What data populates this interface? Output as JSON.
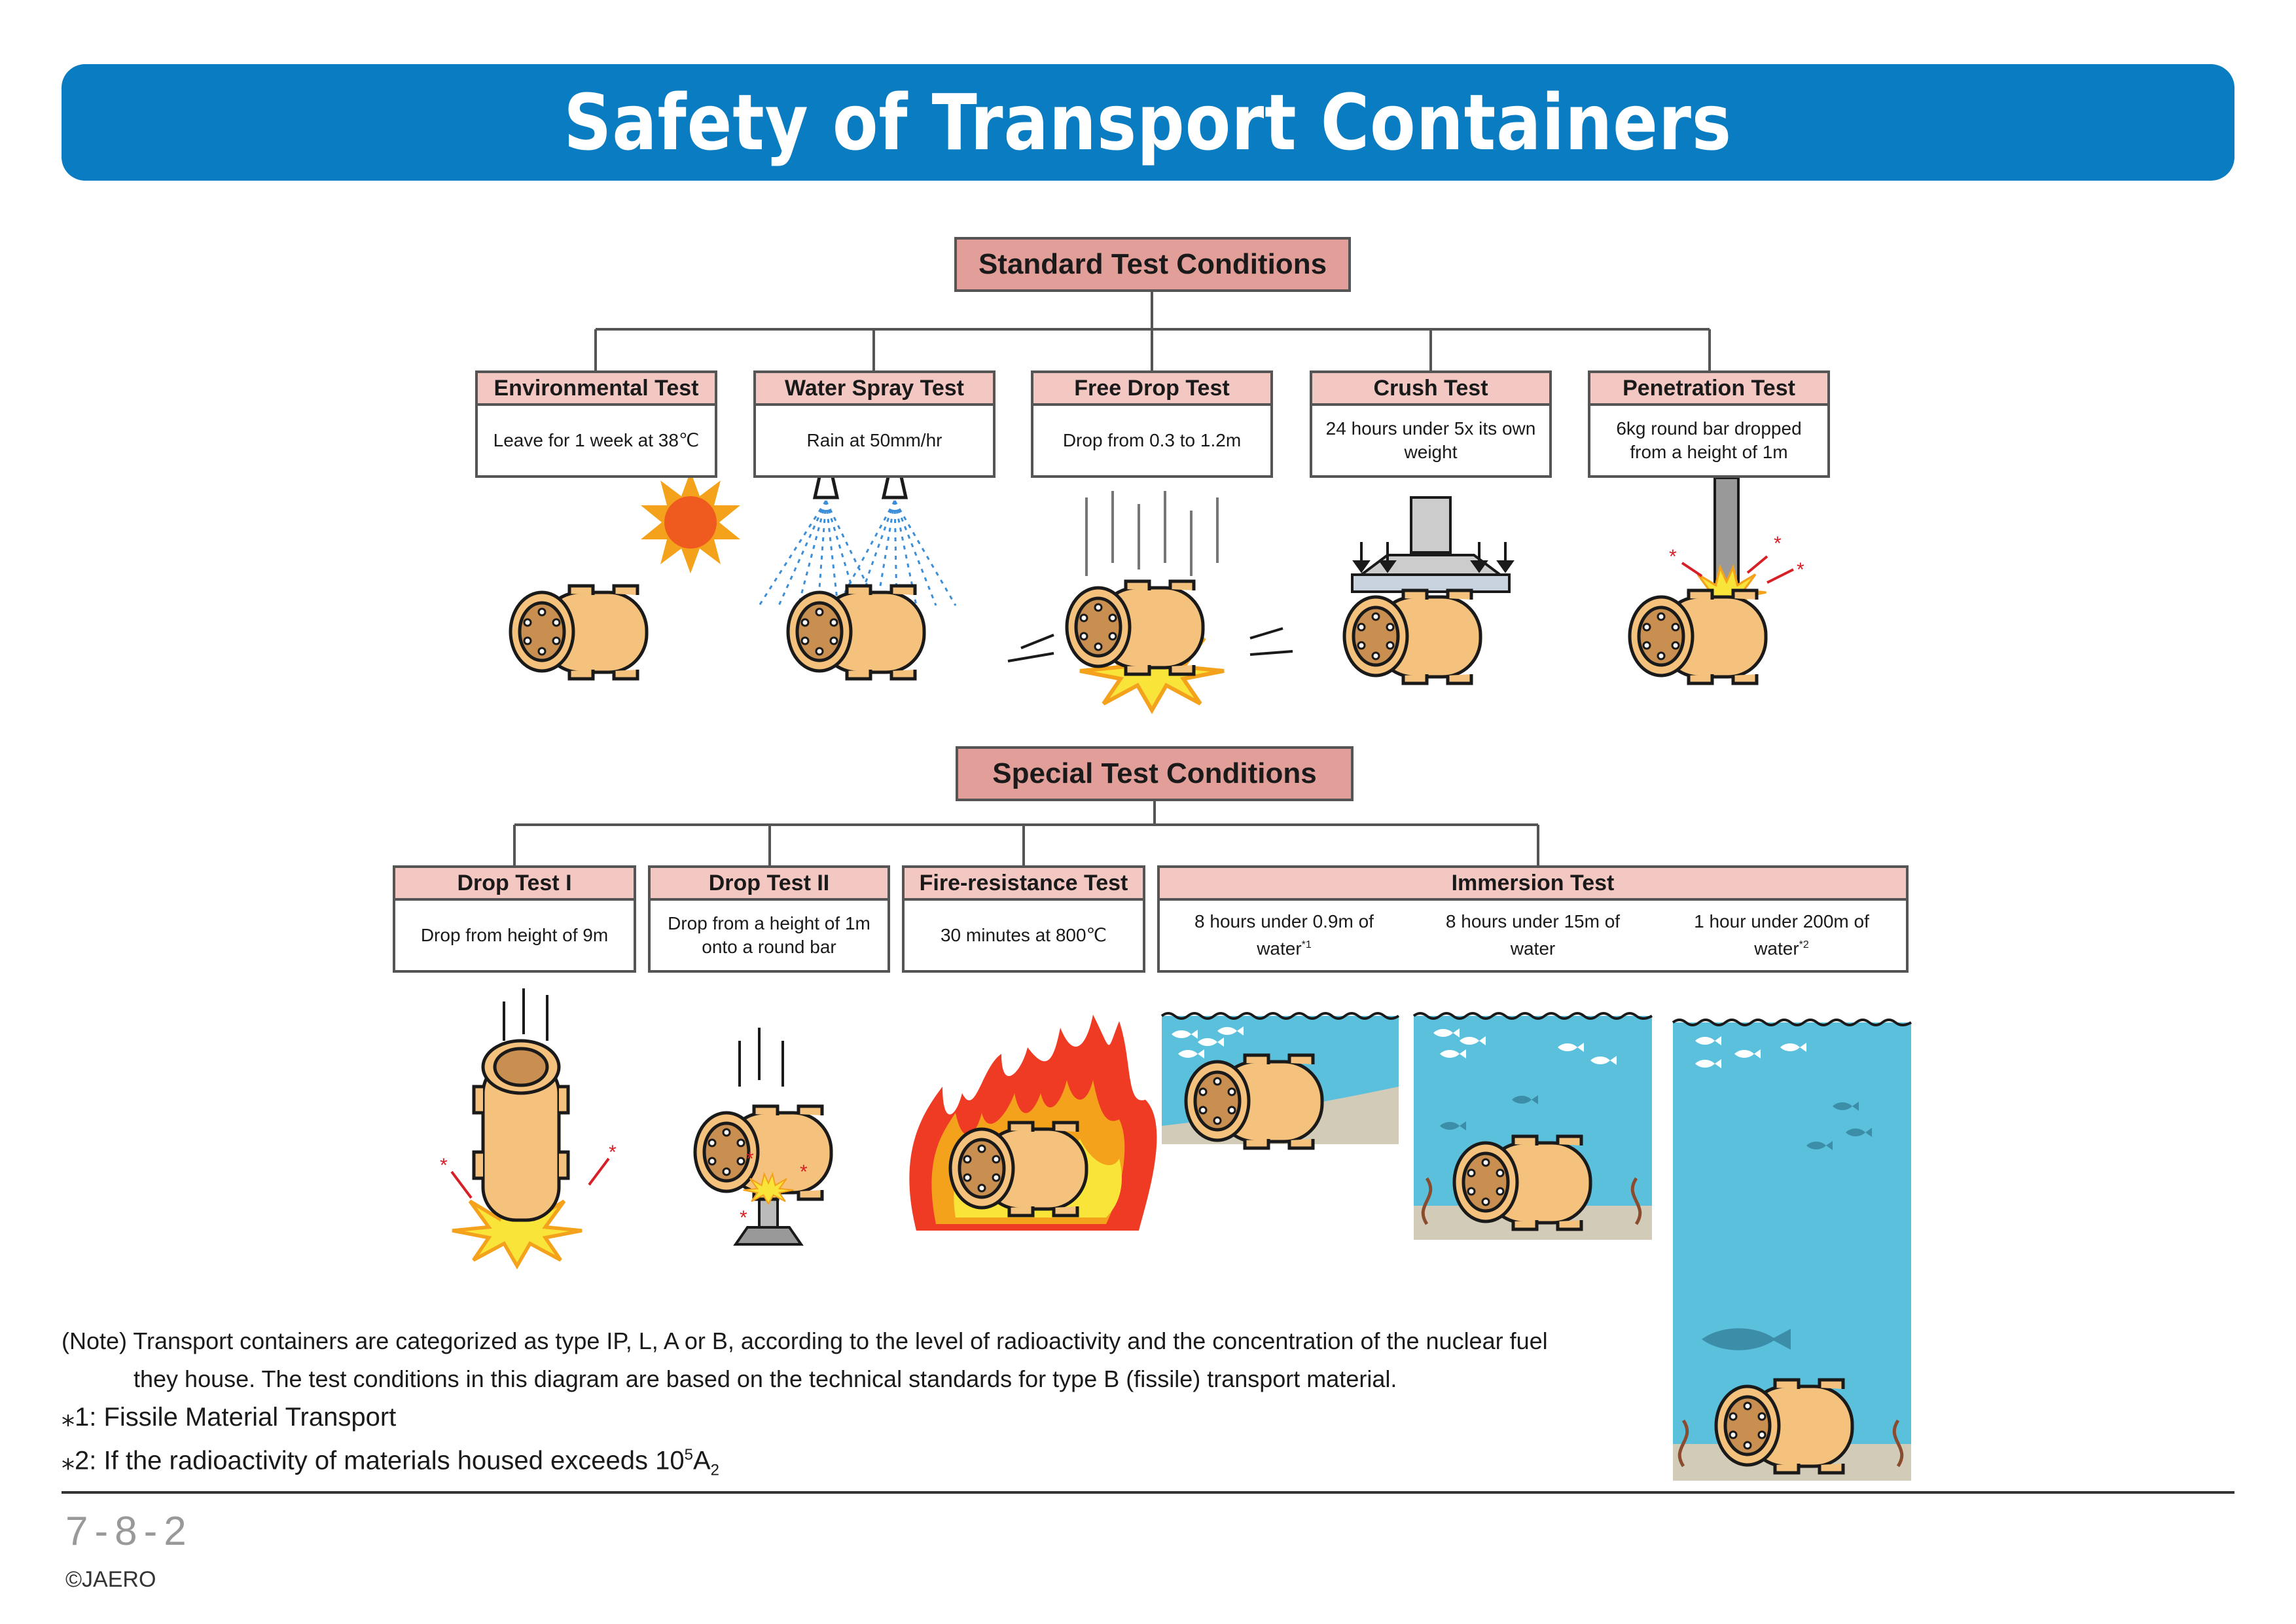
{
  "title": "Safety of Transport Containers",
  "standard": {
    "label": "Standard Test Conditions",
    "tests": [
      {
        "name": "Environmental Test",
        "desc": "Leave for 1 week at 38℃"
      },
      {
        "name": "Water Spray Test",
        "desc": "Rain at 50mm/hr"
      },
      {
        "name": "Free Drop Test",
        "desc": "Drop from 0.3 to 1.2m"
      },
      {
        "name": "Crush Test",
        "desc": "24 hours under 5x its own weight"
      },
      {
        "name": "Penetration Test",
        "desc": "6kg round bar dropped from a height of 1m"
      }
    ]
  },
  "special": {
    "label": "Special Test Conditions",
    "tests": [
      {
        "name": "Drop Test I",
        "desc": "Drop from height of 9m"
      },
      {
        "name": "Drop Test II",
        "desc": "Drop from a height of 1m onto a round bar"
      },
      {
        "name": "Fire-resistance Test",
        "desc": "30 minutes at 800℃"
      }
    ],
    "immersion": {
      "name": "Immersion Test",
      "items": [
        {
          "text": "8 hours under 0.9m of water",
          "mark": "*1"
        },
        {
          "text": "8 hours under 15m of water",
          "mark": ""
        },
        {
          "text": "1 hour under 200m of water",
          "mark": "*2"
        }
      ]
    }
  },
  "notes": {
    "line1": "(Note) Transport containers are categorized as type IP, L, A or B, according to the level of radioactivity and the concentration of the nuclear fuel",
    "line2": "they house. The test conditions in this diagram are based on the technical standards for type B (fissile) transport material.",
    "fn1": "⁎1: Fissile Material Transport",
    "fn2_prefix": "⁎2: If the radioactivity of materials housed exceeds 10",
    "fn2_sup": "5",
    "fn2_base": "A",
    "fn2_sub": "2"
  },
  "footer": {
    "page": "7-8-2",
    "copyright": "©JAERO"
  },
  "colors": {
    "title_bg": "#0a7cc1",
    "group_bg": "#e29f99",
    "card_header_bg": "#f3c8c3",
    "container": "#f5c27d",
    "water": "#5bc0dc",
    "flame": "#f4a21b"
  },
  "icons": [
    "sun-icon",
    "spray-nozzle-icon",
    "impact-burst-icon",
    "crush-press-icon",
    "round-bar-icon",
    "flame-icon",
    "fish-icon",
    "seaweed-icon",
    "container-icon"
  ]
}
